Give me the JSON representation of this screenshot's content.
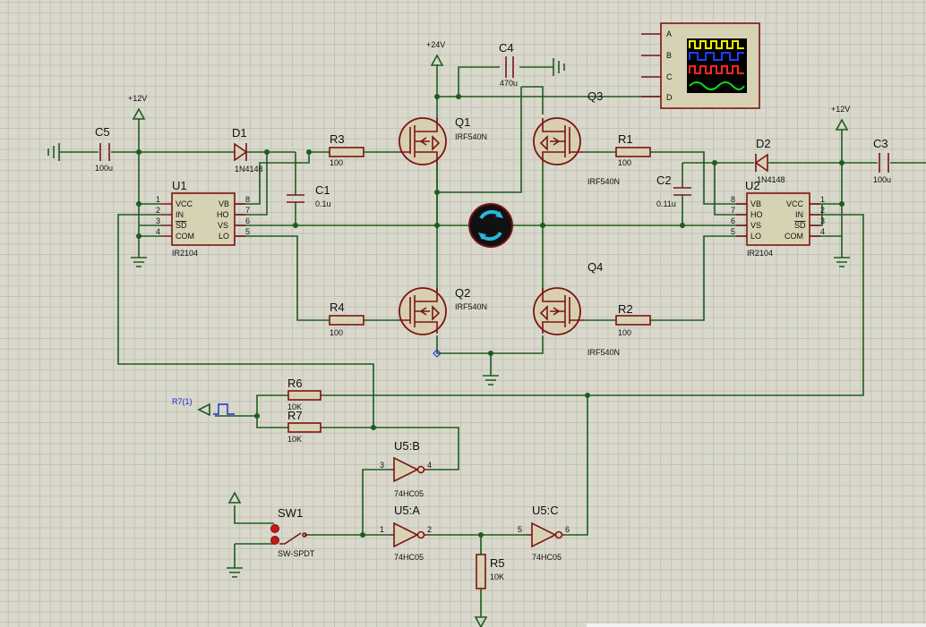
{
  "power": {
    "vcc24": "+24V",
    "vcc12_left": "+12V",
    "vcc12_right": "+12V"
  },
  "capacitors": {
    "c1": {
      "ref": "C1",
      "value": "0.1u"
    },
    "c2": {
      "ref": "C2",
      "value": "0.11u"
    },
    "c3": {
      "ref": "C3",
      "value": "100u"
    },
    "c4": {
      "ref": "C4",
      "value": "470u"
    },
    "c5": {
      "ref": "C5",
      "value": "100u"
    }
  },
  "diodes": {
    "d1": {
      "ref": "D1",
      "value": "1N4148"
    },
    "d2": {
      "ref": "D2",
      "value": "1N4148"
    }
  },
  "resistors": {
    "r1": {
      "ref": "R1",
      "value": "100"
    },
    "r2": {
      "ref": "R2",
      "value": "100"
    },
    "r3": {
      "ref": "R3",
      "value": "100"
    },
    "r4": {
      "ref": "R4",
      "value": "100"
    },
    "r5": {
      "ref": "R5",
      "value": "10K"
    },
    "r6": {
      "ref": "R6",
      "value": "10K"
    },
    "r7": {
      "ref": "R7",
      "value": "10K"
    }
  },
  "mosfets": {
    "q1": {
      "ref": "Q1",
      "value": "IRF540N"
    },
    "q2": {
      "ref": "Q2",
      "value": "IRF540N"
    },
    "q3": {
      "ref": "Q3",
      "value": "IRF540N"
    },
    "q4": {
      "ref": "Q4",
      "value": "IRF540N"
    }
  },
  "drivers": {
    "u1": {
      "ref": "U1",
      "value": "IR2104",
      "left_pins": [
        {
          "num": "1",
          "name": "VCC"
        },
        {
          "num": "2",
          "name": "IN"
        },
        {
          "num": "3",
          "name": "SD"
        },
        {
          "num": "4",
          "name": "COM"
        }
      ],
      "right_pins": [
        {
          "num": "8",
          "name": "VB"
        },
        {
          "num": "7",
          "name": "HO"
        },
        {
          "num": "6",
          "name": "VS"
        },
        {
          "num": "5",
          "name": "LO"
        }
      ]
    },
    "u2": {
      "ref": "U2",
      "value": "IR2104",
      "left_pins": [
        {
          "num": "8",
          "name": "VB"
        },
        {
          "num": "7",
          "name": "HO"
        },
        {
          "num": "6",
          "name": "VS"
        },
        {
          "num": "5",
          "name": "LO"
        }
      ],
      "right_pins": [
        {
          "num": "1",
          "name": "VCC"
        },
        {
          "num": "2",
          "name": "IN"
        },
        {
          "num": "3",
          "name": "SD"
        },
        {
          "num": "4",
          "name": "COM"
        }
      ]
    }
  },
  "gates": {
    "u5a": {
      "ref": "U5:A",
      "value": "74HC05",
      "in_pin": "1",
      "out_pin": "2"
    },
    "u5b": {
      "ref": "U5:B",
      "value": "74HC05",
      "in_pin": "3",
      "out_pin": "4"
    },
    "u5c": {
      "ref": "U5:C",
      "value": "74HC05",
      "in_pin": "5",
      "out_pin": "6"
    }
  },
  "switch": {
    "ref": "SW1",
    "value": "SW-SPDT"
  },
  "generator": {
    "label": "R7(1)"
  },
  "oscilloscope": {
    "channels": [
      "A",
      "B",
      "C",
      "D"
    ],
    "trace_colors": [
      "#f0f000",
      "#1e3cff",
      "#ff2a1a",
      "#18d818"
    ]
  },
  "motor": {
    "ring_color": "#2bb6d8"
  },
  "colors": {
    "wire": "#1d5c1d",
    "component": "#7a1414",
    "generator_label": "#1a2ad0"
  }
}
